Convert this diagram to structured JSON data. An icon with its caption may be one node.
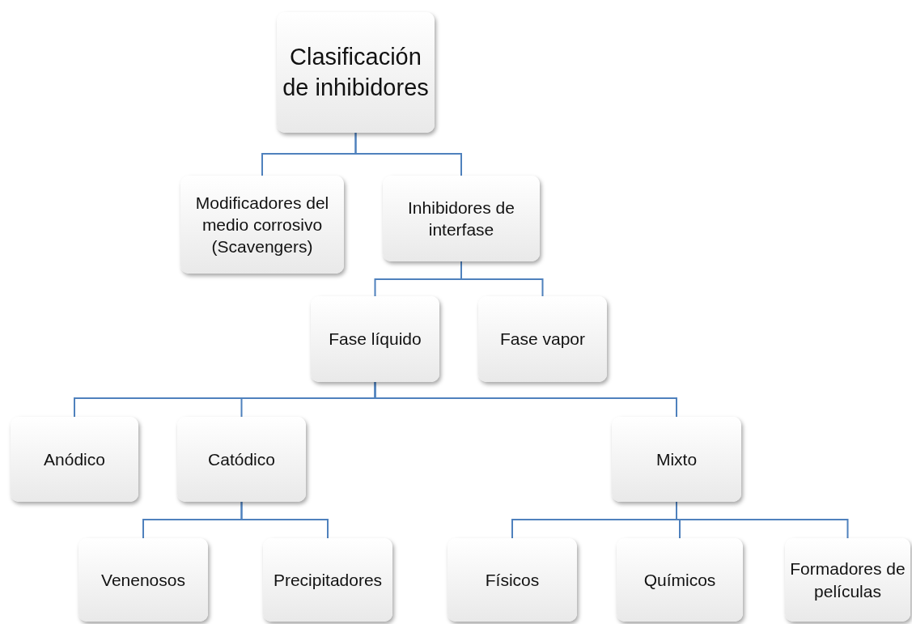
{
  "diagram": {
    "nodes": [
      {
        "text": [
          "Clasificación de inhibidores"
        ]
      },
      {
        "text": [
          "Modificadores del medio corrosivo (Scavengers)"
        ]
      },
      {
        "text": [
          "Inhibidores de interfase"
        ]
      },
      {
        "text": [
          "Fase líquido"
        ]
      },
      {
        "text": [
          "Fase vapor"
        ]
      },
      {
        "text": [
          "Anódico"
        ]
      },
      {
        "text": [
          "Catódico"
        ]
      },
      {
        "text": [
          "Mixto"
        ]
      },
      {
        "text": [
          "Venenosos"
        ]
      },
      {
        "text": [
          "Precipitadores"
        ]
      },
      {
        "text": [
          "Físicos"
        ]
      },
      {
        "text": [
          "Químicos"
        ]
      },
      {
        "text": [
          "Formadores de películas"
        ]
      }
    ],
    "edges": [
      {
        "from": 0,
        "to": 1,
        "arrow": "none"
      },
      {
        "from": 0,
        "to": 2,
        "arrow": "none"
      },
      {
        "from": 2,
        "to": 3,
        "arrow": "none"
      },
      {
        "from": 2,
        "to": 4,
        "arrow": "none"
      },
      {
        "from": 3,
        "to": 5,
        "arrow": "none"
      },
      {
        "from": 3,
        "to": 6,
        "arrow": "none"
      },
      {
        "from": 3,
        "to": 7,
        "arrow": "none"
      },
      {
        "from": 6,
        "to": 8,
        "arrow": "none"
      },
      {
        "from": 6,
        "to": 9,
        "arrow": "none"
      },
      {
        "from": 7,
        "to": 10,
        "arrow": "none"
      },
      {
        "from": 7,
        "to": 11,
        "arrow": "none"
      },
      {
        "from": 7,
        "to": 12,
        "arrow": "none"
      }
    ]
  }
}
